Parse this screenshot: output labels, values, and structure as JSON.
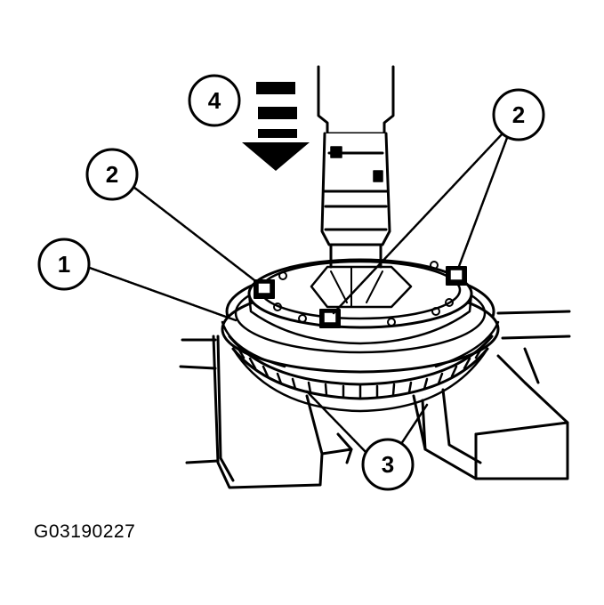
{
  "callouts": {
    "c1": "1",
    "c2_left": "2",
    "c2_right": "2",
    "c3": "3",
    "c4": "4"
  },
  "figure_id": "G03190227",
  "arrow_icon": "press-down-arrow-icon"
}
